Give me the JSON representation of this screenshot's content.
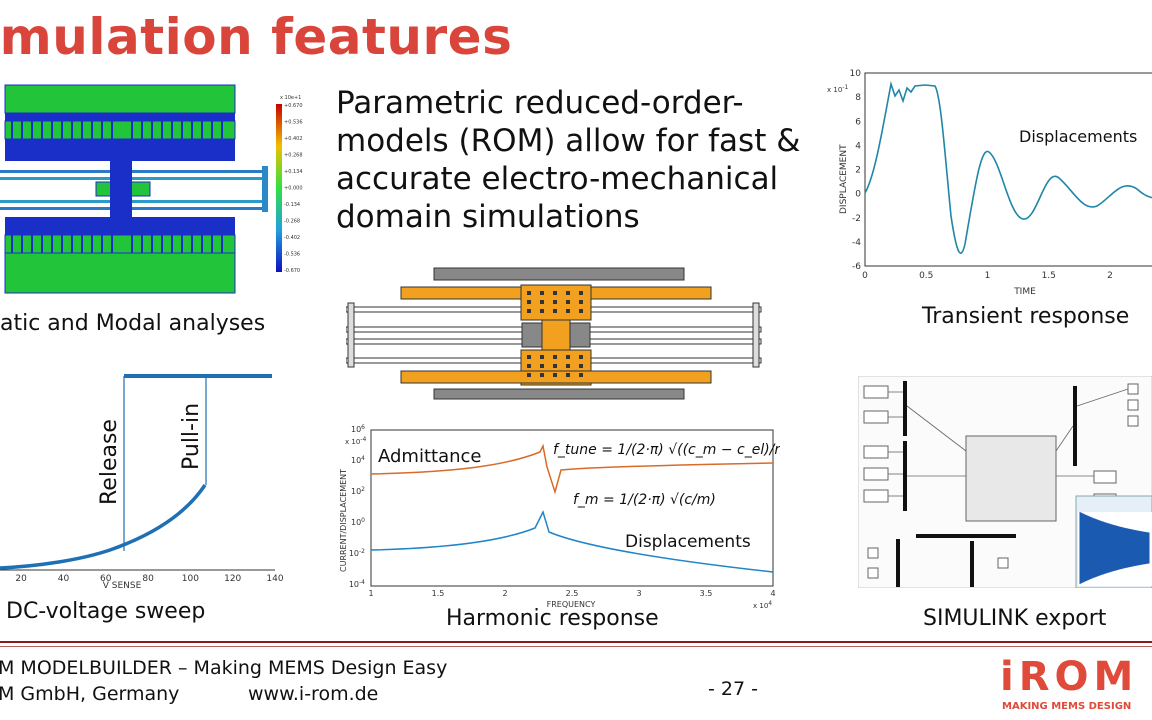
{
  "title": "imulation features",
  "rom_description": "Parametric reduced-order-models (ROM) allow for fast & accurate electro-mechanical domain simulations",
  "labels": {
    "static_modal": "atic and Modal analyses",
    "transient": "Transient response",
    "dc_sweep": "DC-voltage sweep",
    "harmonic": "Harmonic response",
    "simulink": "SIMULINK export"
  },
  "colorbar": {
    "exponent": "x 10e+1",
    "ticks": [
      "+0.670",
      "+0.536",
      "+0.402",
      "+0.268",
      "+0.134",
      "+0.000",
      "-0.134",
      "-0.268",
      "-0.402",
      "-0.536",
      "-0.670"
    ]
  },
  "dc_chart": {
    "annotations": [
      "Release",
      "Pull-in"
    ],
    "xlabel": "V SENSE",
    "xticks": [
      "20",
      "40",
      "60",
      "80",
      "100",
      "120",
      "140"
    ]
  },
  "harmonic_chart": {
    "ylabel": "CURRENT/DISPLACEMENT",
    "xlabel": "FREQUENCY",
    "x_exponent": "x 10",
    "x_exponent_power": "4",
    "y_exponent": "x 10",
    "y_exponent_power": "-4",
    "yticks": [
      {
        "base": "10",
        "exp": "6"
      },
      {
        "base": "10",
        "exp": "4"
      },
      {
        "base": "10",
        "exp": "2"
      },
      {
        "base": "10",
        "exp": "0"
      },
      {
        "base": "10",
        "exp": "-2"
      },
      {
        "base": "10",
        "exp": "-4"
      }
    ],
    "xticks": [
      "1",
      "1.5",
      "2",
      "2.5",
      "3",
      "3.5",
      "4"
    ],
    "admittance": "Admittance",
    "displacements": "Displacements",
    "formula_tune": "f_tune = 1/(2·π) √((c_m − c_el)/m)",
    "formula_m": "f_m = 1/(2·π) √(c/m)"
  },
  "transient_chart": {
    "ylabel": "DISPLACEMENT",
    "xlabel": "TIME",
    "y_exponent": "x 10",
    "y_exponent_power": "-1",
    "yticks": [
      "10",
      "8",
      "6",
      "4",
      "2",
      "0",
      "-2",
      "-4",
      "-6"
    ],
    "xticks": [
      "0",
      "0.5",
      "1",
      "1.5",
      "2"
    ],
    "legend": "Displacements"
  },
  "footer": {
    "line1": "M MODELBUILDER – Making MEMS Design Easy",
    "line2": "M GmbH, Germany",
    "url": "www.i-rom.de",
    "page": "- 27 -",
    "logo": "iROM",
    "tagline": "MAKING MEMS DESIGN"
  },
  "colors": {
    "title_red": "#d9453a",
    "rom_red": "#e04a3a",
    "fem_green": "#22c43a",
    "fem_blue": "#1a2ec8",
    "mems_orange": "#f2a020",
    "curve_blue": "#1f86c8",
    "curve_orange": "#d96a2a",
    "dc_blue": "#1f6fb5"
  }
}
